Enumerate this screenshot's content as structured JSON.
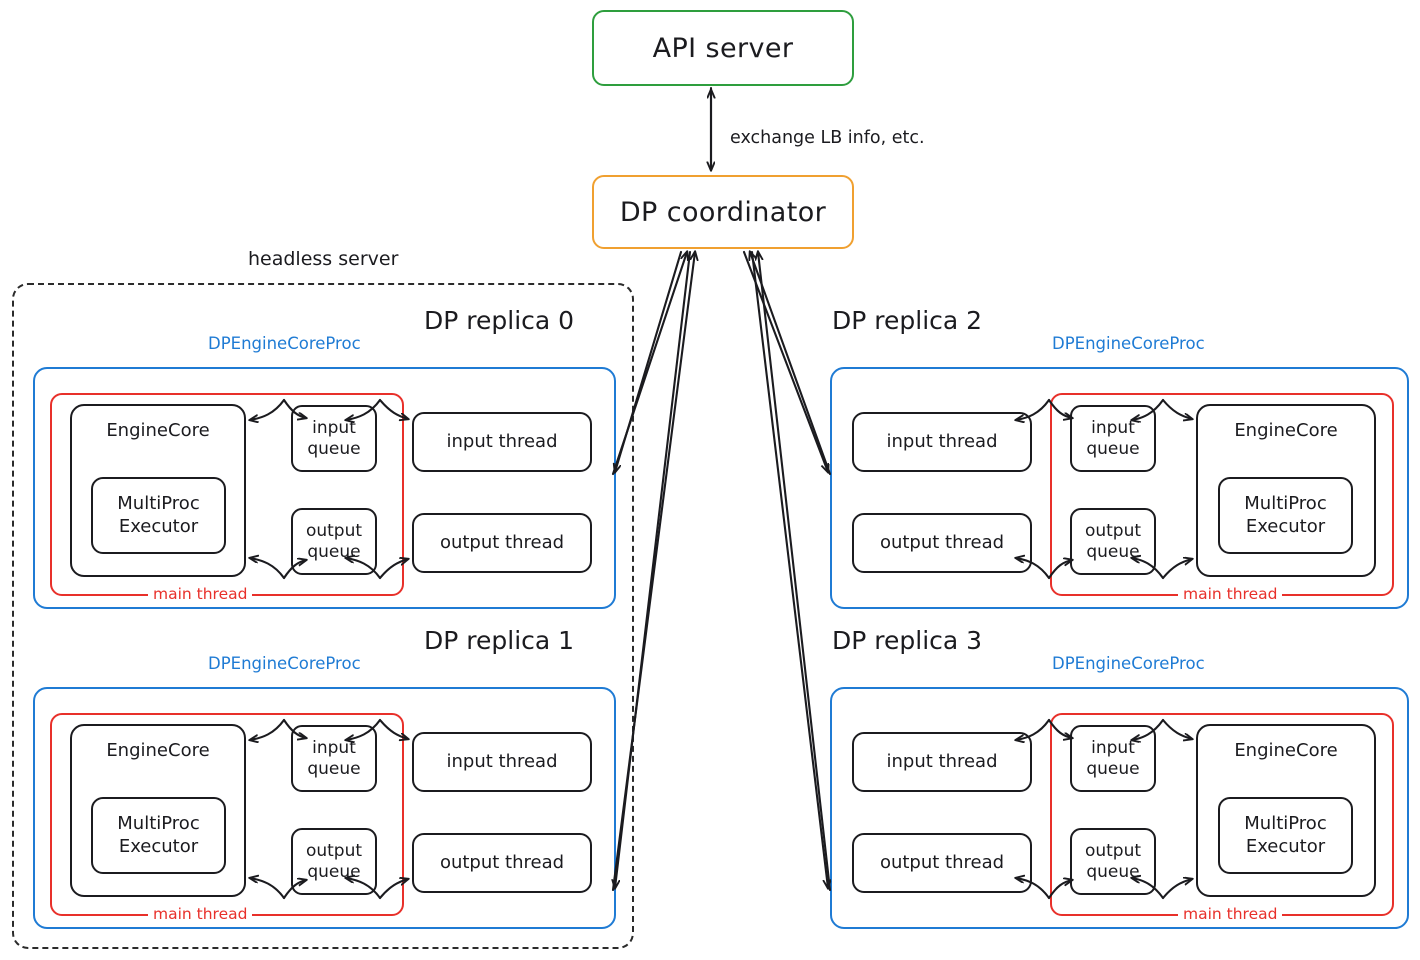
{
  "top": {
    "api_server": "API server",
    "dp_coordinator": "DP coordinator",
    "link_label": "exchange LB info, etc.",
    "api_color": "#2e9e3e",
    "coordinator_color": "#f0a030"
  },
  "headless": {
    "label": "headless server",
    "border_style": "dashed",
    "border_color": "#2b2b2b"
  },
  "common": {
    "proc_label": "DPEngineCoreProc",
    "main_thread_label": "main thread",
    "engine_core": "EngineCore",
    "multiproc_executor": "MultiProc\nExecutor",
    "multiproc_line1": "MultiProc",
    "multiproc_line2": "Executor",
    "input_queue_line1": "input",
    "input_queue_line2": "queue",
    "output_queue_line1": "output",
    "output_queue_line2": "queue",
    "input_thread": "input thread",
    "output_thread": "output thread",
    "proc_color": "#1f7bd4",
    "main_thread_color": "#e8302a",
    "node_color": "#1b1b1f"
  },
  "replicas": [
    {
      "title": "DP replica 0",
      "orientation": "left",
      "inside_headless": true
    },
    {
      "title": "DP replica 1",
      "orientation": "left",
      "inside_headless": true
    },
    {
      "title": "DP replica 2",
      "orientation": "right",
      "inside_headless": false
    },
    {
      "title": "DP replica 3",
      "orientation": "right",
      "inside_headless": false
    }
  ]
}
